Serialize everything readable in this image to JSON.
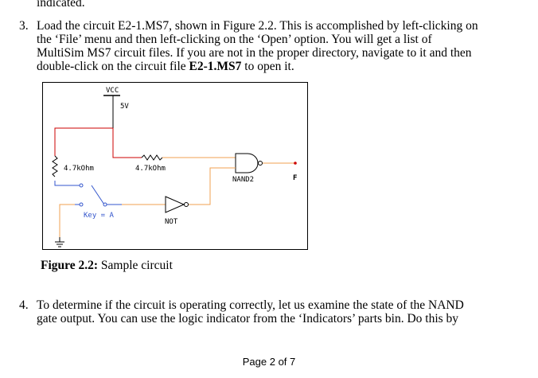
{
  "document": {
    "top_fragment": "indicated.",
    "step3": {
      "number": "3.",
      "lines": [
        "Load the circuit E2-1.MS7, shown in Figure 2.2. This is accomplished by left-clicking on",
        "the ‘File’ menu and then left-clicking on the ‘Open’ option. You will get a list of",
        "MultiSim MS7 circuit files. If you are not in the proper directory, navigate to it and then"
      ],
      "last_line_prefix": "double-click on the circuit file ",
      "last_line_bold": "E2-1.MS7",
      "last_line_suffix": " to open it."
    },
    "figure": {
      "caption_label": "Figure 2.2:",
      "caption_text": " Sample circuit",
      "labels": {
        "vcc": "VCC",
        "voltage": "5V",
        "resistor_left": "4.7kOhm",
        "resistor_mid": "4.7kOhm",
        "nand": "NAND2",
        "output": "F",
        "key": "Key = A",
        "not": "NOT"
      },
      "colors": {
        "supply_wire": "#cc0000",
        "signal_wire": "#f2a050",
        "switch_wire": "#3355cc",
        "component": "#000000"
      }
    },
    "step4": {
      "number": "4.",
      "lines": [
        "To determine if the circuit is operating correctly, let us examine the state of the NAND",
        "gate output. You can use the logic indicator from the ‘Indicators’ parts bin. Do this by"
      ]
    },
    "footer": "Page 2 of 7"
  }
}
